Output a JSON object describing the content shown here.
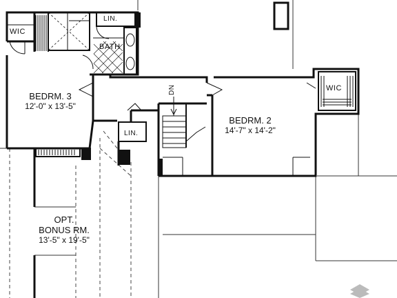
{
  "rooms": {
    "bedroom3": {
      "name": "BEDRM. 3",
      "size": "12'-0\" x 13'-5\""
    },
    "bedroom2": {
      "name": "BEDRM. 2",
      "size": "14'-7\" x 14'-2\""
    },
    "bonus": {
      "name_line1": "OPT.",
      "name_line2": "BONUS RM.",
      "size": "13'-5\" x 19'-5\""
    }
  },
  "labels": {
    "wic_left": "WIC",
    "wic_right": "WIC",
    "linen_top": "LIN.",
    "linen_mid": "LIN.",
    "bath": "BATH",
    "stair_dn": "DN"
  }
}
